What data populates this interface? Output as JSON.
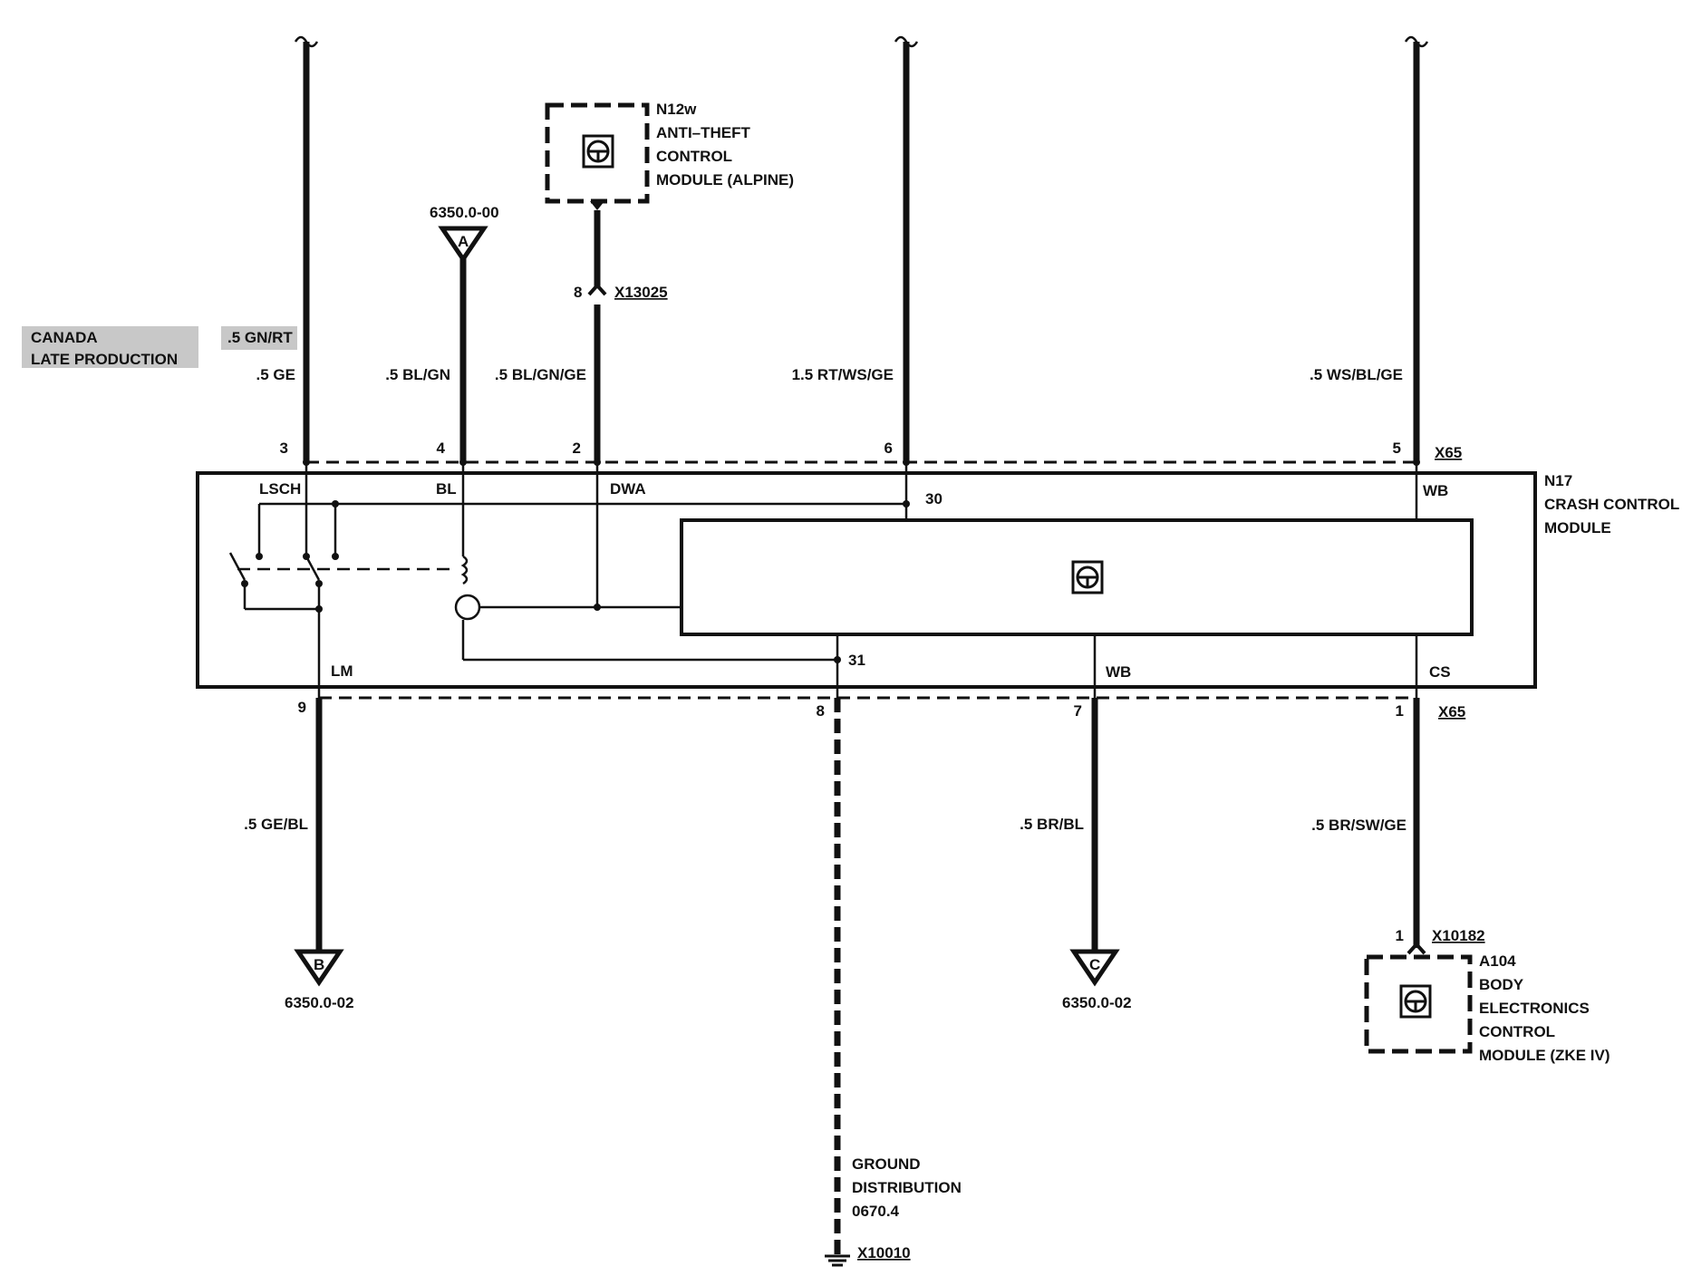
{
  "modules": {
    "anti_theft": {
      "ref": "N12w",
      "line1": "ANTI–THEFT",
      "line2": "CONTROL",
      "line3": "MODULE (ALPINE)"
    },
    "crash_control": {
      "ref": "N17",
      "line1": "CRASH CONTROL",
      "line2": "MODULE"
    },
    "body_electronics": {
      "ref": "A104",
      "line1": "BODY",
      "line2": "ELECTRONICS",
      "line3": "CONTROL",
      "line4": "MODULE (ZKE IV)"
    }
  },
  "annotations": {
    "canada": "CANADA",
    "late_production": "LATE PRODUCTION",
    "alt_wire": ".5 GN/RT"
  },
  "connectors": {
    "x65_top": "X65",
    "x65_bottom": "X65",
    "x13025": "X13025",
    "x10182": "X10182",
    "x10010": "X10010"
  },
  "top_wires": [
    {
      "pin": "3",
      "color": ".5 GE",
      "internal": "LSCH"
    },
    {
      "pin": "4",
      "color": ".5 BL/GN",
      "internal": "BL"
    },
    {
      "pin": "2",
      "color": ".5 BL/GN/GE",
      "internal": "DWA"
    },
    {
      "pin": "6",
      "color": "1.5 RT/WS/GE",
      "internal": "30"
    },
    {
      "pin": "5",
      "color": ".5 WS/BL/GE",
      "internal": "WB"
    }
  ],
  "x13025_pin": "8",
  "bottom_wires": [
    {
      "pin": "9",
      "color": ".5 GE/BL",
      "internal": "LM"
    },
    {
      "pin": "8",
      "color": "",
      "internal": "31"
    },
    {
      "pin": "7",
      "color": ".5 BR/BL",
      "internal": "WB"
    },
    {
      "pin": "1",
      "color": ".5 BR/SW/GE",
      "internal": "CS"
    }
  ],
  "x10182_pin": "1",
  "references": {
    "a": {
      "letter": "A",
      "page": "6350.0-00"
    },
    "b": {
      "letter": "B",
      "page": "6350.0-02"
    },
    "c": {
      "letter": "C",
      "page": "6350.0-02"
    }
  },
  "ground": {
    "line1": "GROUND",
    "line2": "DISTRIBUTION",
    "line3": "0670.4"
  }
}
